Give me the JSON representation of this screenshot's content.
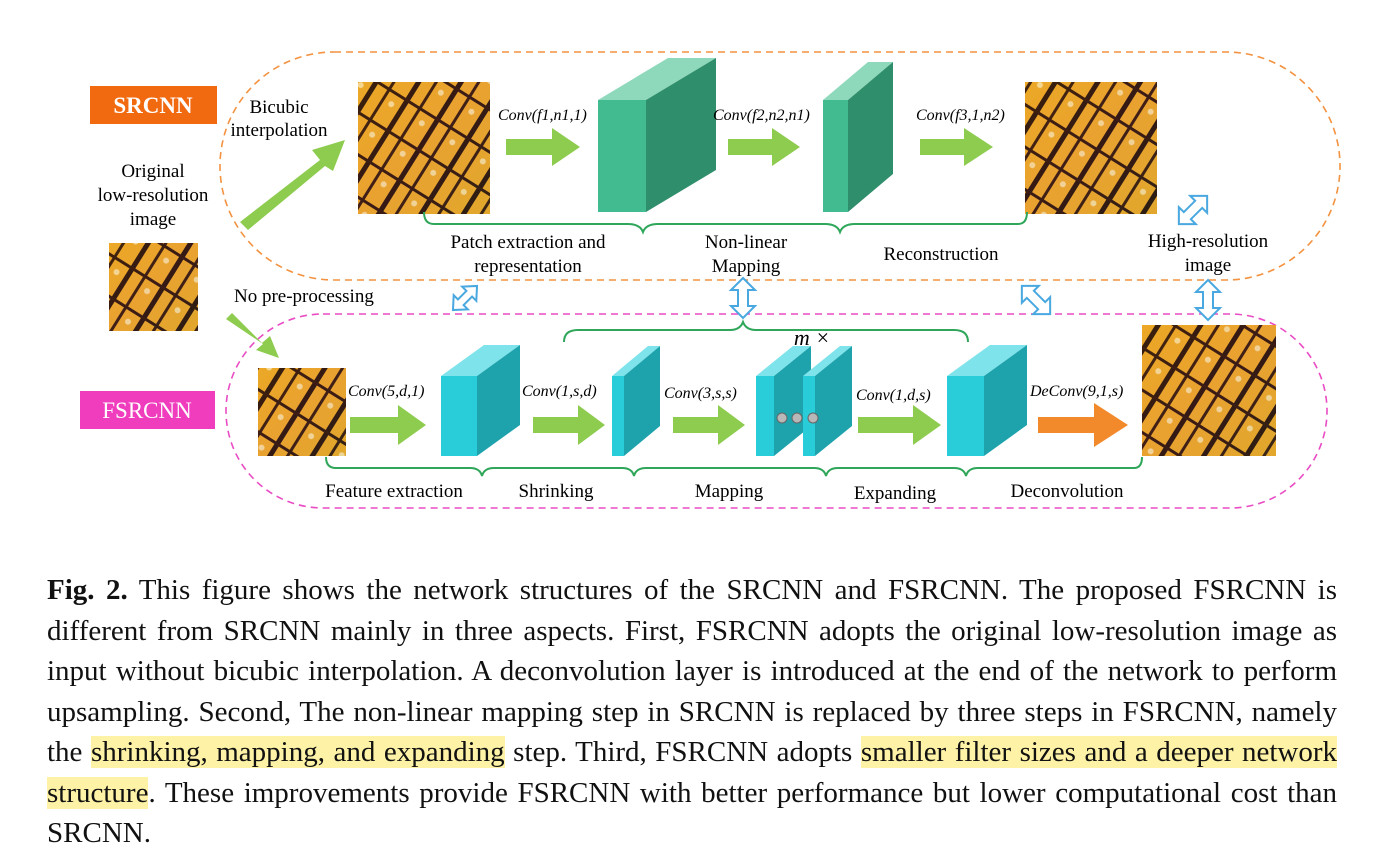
{
  "figure": {
    "srcnn_badge": "SRCNN",
    "fsrcnn_badge": "FSRCNN",
    "bicubic_line1": "Bicubic",
    "bicubic_line2": "interpolation",
    "original_line1": "Original",
    "original_line2": "low-resolution",
    "original_line3": "image",
    "no_preprocessing": "No pre-processing",
    "hr_line1": "High-resolution",
    "hr_line2": "image",
    "m_times": "m ×",
    "srcnn_ops": [
      "Conv(f1,n1,1)",
      "Conv(f2,n2,n1)",
      "Conv(f3,1,n2)"
    ],
    "srcnn_stages": {
      "patch_line1": "Patch extraction and",
      "patch_line2": "representation",
      "nonlinear_line1": "Non-linear",
      "nonlinear_line2": "Mapping",
      "reconstruction": "Reconstruction"
    },
    "fsrcnn_ops": [
      "Conv(5,d,1)",
      "Conv(1,s,d)",
      "Conv(3,s,s)",
      "Conv(1,d,s)",
      "DeConv(9,1,s)"
    ],
    "fsrcnn_stages": [
      "Feature extraction",
      "Shrinking",
      "Mapping",
      "Expanding",
      "Deconvolution"
    ],
    "colors": {
      "srcnn_badge": "#f26a10",
      "fsrcnn_badge": "#ef3dbd",
      "srcnn_block": "#43bb91",
      "fsrcnn_block": "#29cdd9",
      "arrow_green": "#8dcc4e",
      "arrow_orange": "#f28a2c",
      "bracket": "#2fa65a",
      "double_arrow": "#49a8e0"
    }
  },
  "caption": {
    "label": "Fig. 2.",
    "text_a": " This figure shows the network structures of the SRCNN and FSRCNN. The proposed FSRCNN is different from SRCNN mainly in three aspects. First, FSRCNN adopts the original low-resolution image as input without bicubic interpolation. A deconvolution layer is introduced at the end of the network to perform upsampling. Second, The non-linear mapping step in SRCNN is replaced by three steps in FSRCNN, namely the ",
    "highlight_1": "shrinking, mapping, and expanding",
    "text_b": " step. Third, FSRCNN adopts ",
    "highlight_2": "smaller filter sizes and a deeper network structure",
    "text_c": ". These improvements provide FSRCNN with better performance but lower computational cost than SRCNN."
  }
}
